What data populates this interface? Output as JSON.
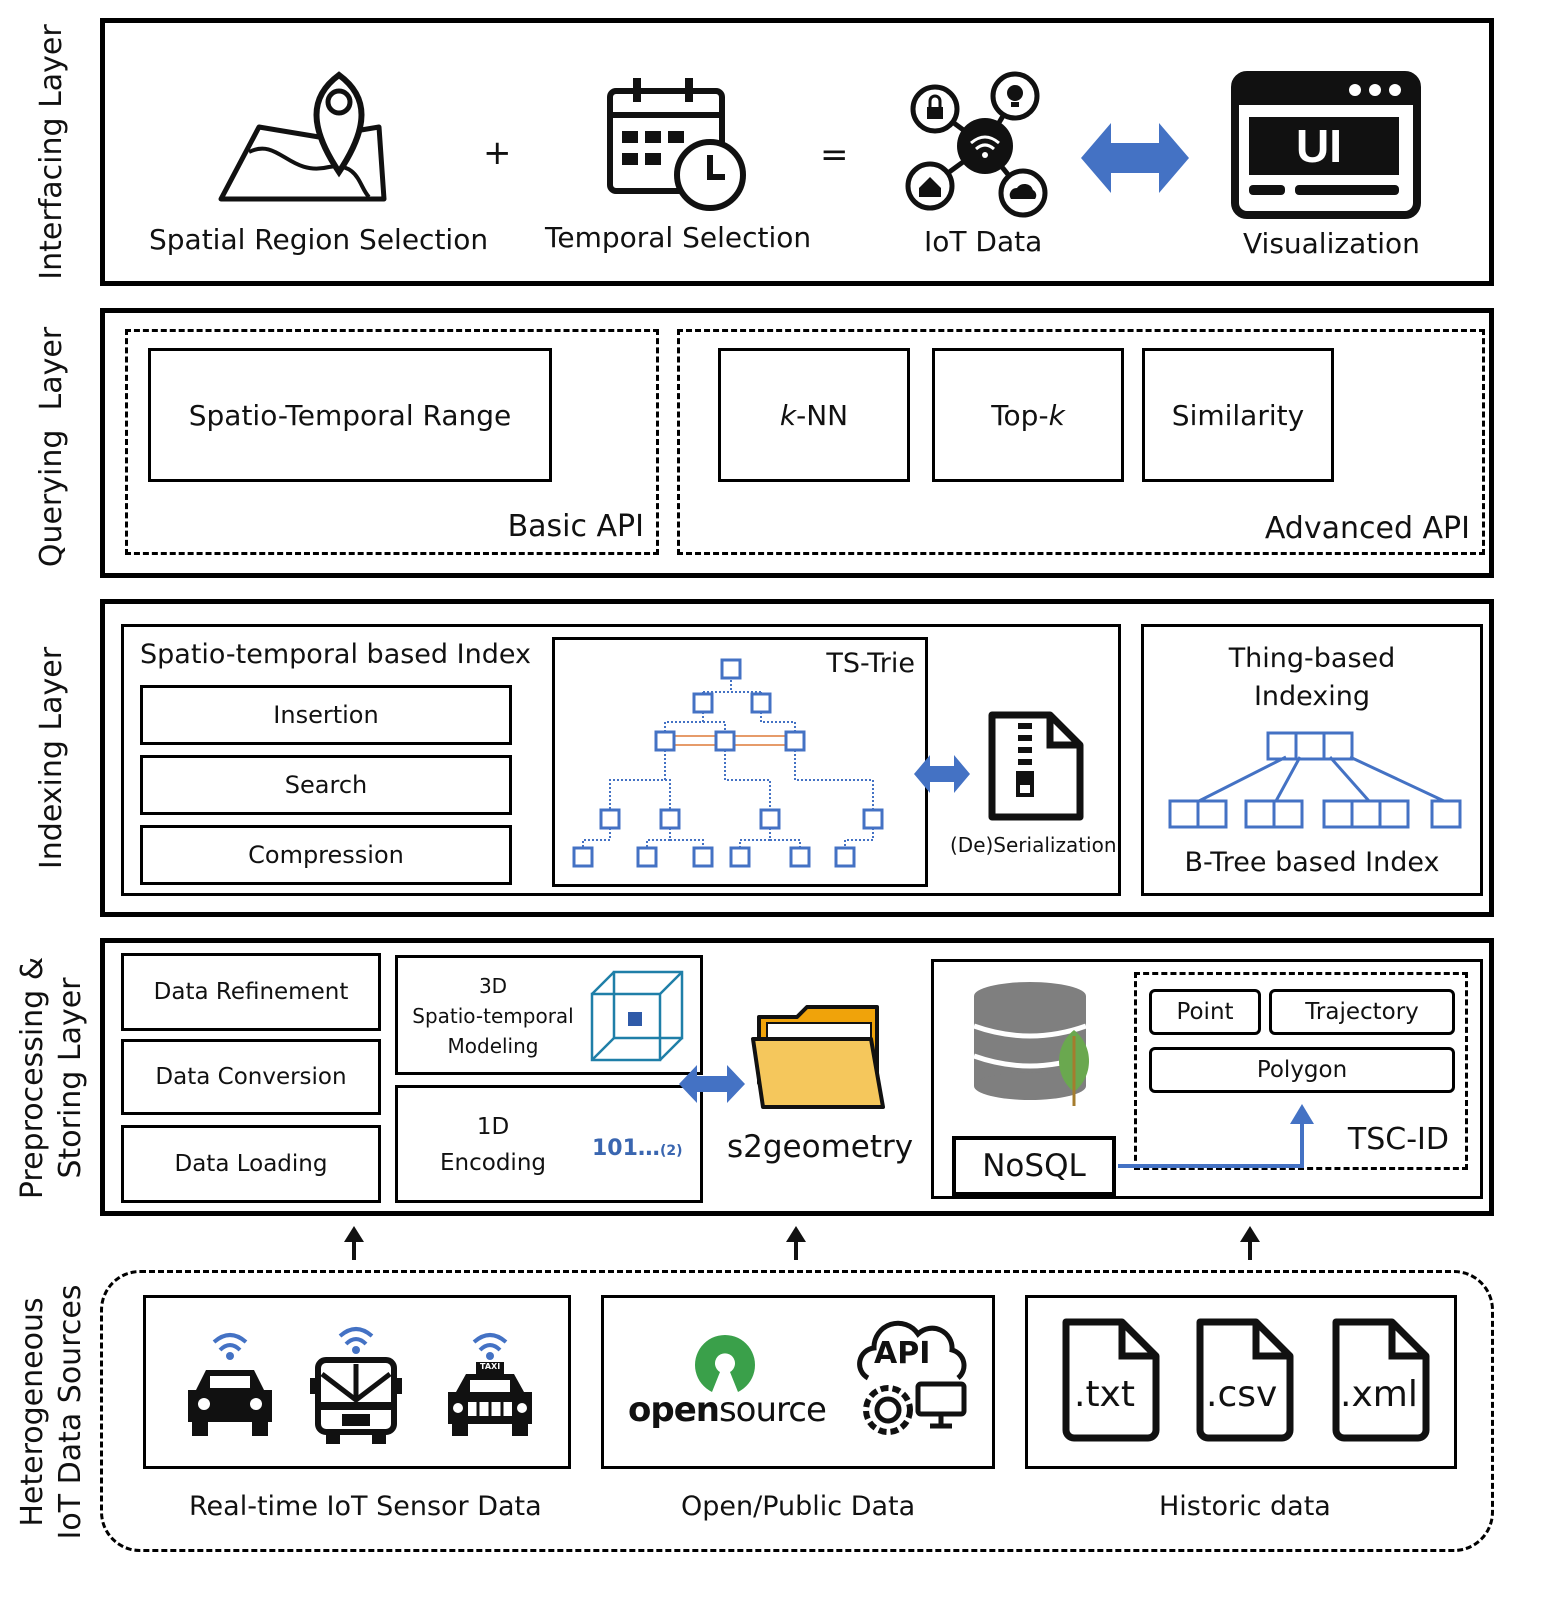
{
  "layers": {
    "interfacing": {
      "label": "Interfacing Layer",
      "items": [
        "Spatial Region Selection",
        "Temporal Selection",
        "IoT Data",
        "Visualization"
      ],
      "plus": "+",
      "equals": "=",
      "ui_badge": "UI"
    },
    "querying": {
      "label_line1": "Querying",
      "label_line2": "Layer",
      "basic_api": {
        "title": "Basic API",
        "items": [
          "Spatio-Temporal Range"
        ]
      },
      "advanced_api": {
        "title": "Advanced API",
        "knn_k": "k",
        "knn_rest": "-NN",
        "topk_prefix": "Top-",
        "topk_k": "k",
        "similarity": "Similarity"
      }
    },
    "indexing": {
      "label": "Indexing Layer",
      "st_index_title": "Spatio-temporal based Index",
      "st_ops": [
        "Insertion",
        "Search",
        "Compression"
      ],
      "ts_trie": "TS-Trie",
      "serialization": "(De)Serialization",
      "thing_title_line1": "Thing-based",
      "thing_title_line2": "Indexing",
      "btree_label": "B-Tree based Index"
    },
    "preprocessing": {
      "label_line1": "Preprocessing &",
      "label_line2": "Storing Layer",
      "steps": [
        "Data Refinement",
        "Data Conversion",
        "Data Loading"
      ],
      "modeling_lines": [
        "3D",
        "Spatio-temporal",
        "Modeling"
      ],
      "encoding_lines": [
        "1D",
        "Encoding"
      ],
      "encoding_value": "101…",
      "encoding_base": "(2)",
      "s2": "s2geometry",
      "nosql": "NoSQL",
      "tsc_types": [
        "Point",
        "Trajectory",
        "Polygon"
      ],
      "tsc_id": "TSC-ID"
    },
    "sources": {
      "label_line1": "Heterogeneous",
      "label_line2": "IoT Data Sources",
      "groups": [
        "Real-time IoT Sensor Data",
        "Open/Public Data",
        "Historic data"
      ],
      "taxi_sign": "TAXI",
      "open_source_word1": "open",
      "open_source_word2": "source",
      "api_badge": "API",
      "file_types": [
        ".txt",
        ".csv",
        ".xml"
      ]
    }
  },
  "colors": {
    "accent_blue": "#4472c4",
    "folder_yellow": "#f5c75c",
    "folder_orange": "#f0a30a",
    "leaf_green": "#6aa84f",
    "os_green": "#3aa04a",
    "trie_orange": "#e69b6a"
  }
}
